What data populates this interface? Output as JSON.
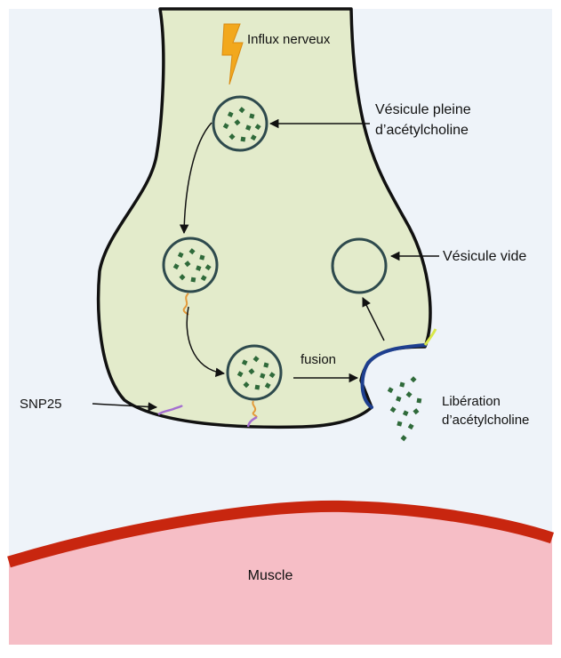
{
  "labels": {
    "influx": "Influx nerveux",
    "vesicle_full_line1": "Vésicule pleine",
    "vesicle_full_line2": "d’acétylcholine",
    "vesicle_empty": "Vésicule vide",
    "fusion": "fusion",
    "snp25": "SNP25",
    "release_line1": "Libération",
    "release_line2": "d’acétylcholine",
    "muscle": "Muscle"
  },
  "colors": {
    "background": "#eef3f9",
    "terminal_fill": "#e3ebcb",
    "terminal_outline": "#111111",
    "vesicle_outline": "#2e4a4d",
    "acetylcholine": "#2f6a3a",
    "fused_membrane": "#1e3f8f",
    "muscle_membrane": "#c8260f",
    "muscle_fill": "#f6bec6",
    "lightning": "#f2a81d",
    "snare_purple": "#a46ed0",
    "snare_orange": "#e39a3a"
  },
  "icons": [
    "lightning-icon"
  ]
}
